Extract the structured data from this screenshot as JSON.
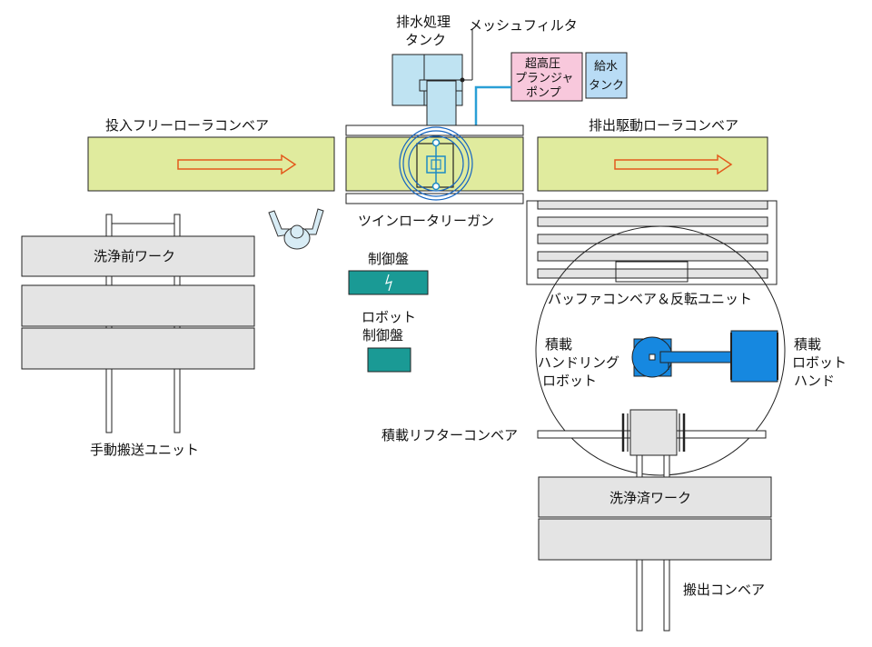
{
  "labels": {
    "wastewater_tank_1": "排水処理",
    "wastewater_tank_2": "タンク",
    "mesh_filter": "メッシュフィルタ",
    "pump_1": "超高圧",
    "pump_2": "プランジャ",
    "pump_3": "ポンプ",
    "water_tank_1": "給水",
    "water_tank_2": "タンク",
    "infeed_conveyor": "投入フリーローラコンベア",
    "outfeed_conveyor": "排出駆動ローラコンベア",
    "twin_rotary_gun": "ツインロータリーガン",
    "control_panel": "制御盤",
    "robot_control_1": "ロボット",
    "robot_control_2": "制御盤",
    "before_wash": "洗浄前ワーク",
    "manual_transport": "手動搬送ユニット",
    "buffer_conveyor": "バッファコンベア＆反転ユニット",
    "robot_1": "積載",
    "robot_2": "ハンドリング",
    "robot_3": "ロボット",
    "hand_1": "積載",
    "hand_2": "ロボット",
    "hand_3": "ハンド",
    "lifter_conveyor": "積載リフターコンベア",
    "after_wash": "洗浄済ワーク",
    "unload_conveyor": "搬出コンベア"
  },
  "colors": {
    "conveyor": "#e0eb9e",
    "tank": "#bfe3f2",
    "pump": "#f8c8dc",
    "water_tank": "#b9dcf5",
    "pipe": "#2a9fd6",
    "panel": "#1a9a95",
    "robot": "#1688e0",
    "workpiece": "#e4e4e4",
    "arrow": "#e35a1d"
  }
}
